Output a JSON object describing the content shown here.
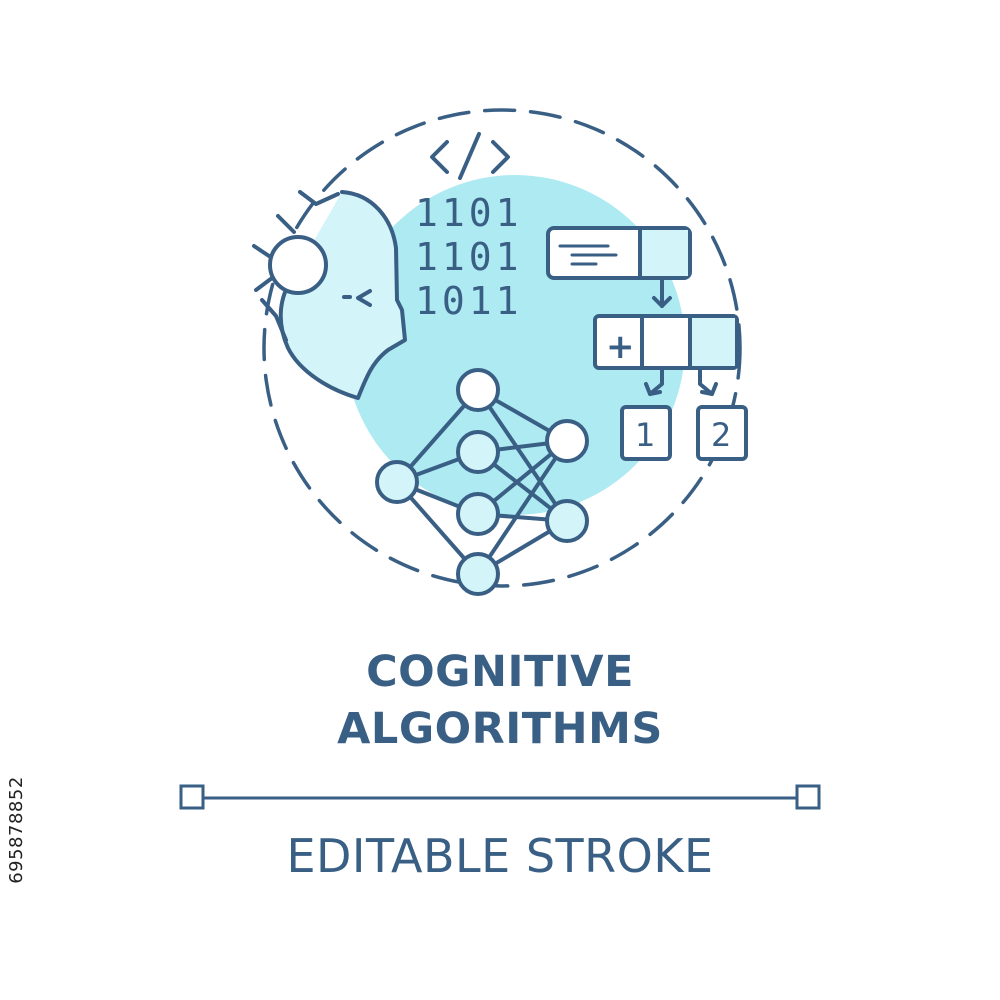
{
  "title": {
    "line1": "COGNITIVE",
    "line2": "ALGORITHMS"
  },
  "subtitle": "EDITABLE STROKE",
  "stock_id": "695878852",
  "icon": {
    "code_tag": "</>",
    "binary_rows": [
      "1101",
      "1101",
      "1011"
    ],
    "plus": "+",
    "option_1": "1",
    "option_2": "2"
  },
  "colors": {
    "stroke": "#3a5f85",
    "fill": "#aeeaf2",
    "fill_light": "#d3f4f8"
  }
}
